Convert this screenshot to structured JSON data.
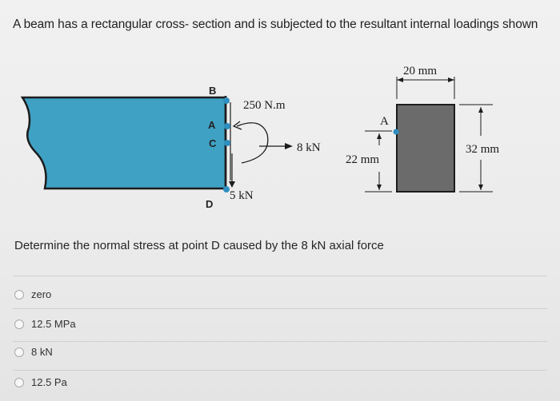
{
  "question": {
    "text": "A beam has a rectangular cross- section and is subjected to the resultant internal loadings shown",
    "prompt": "Determine the normal stress at point D caused by the 8 kN axial force"
  },
  "figure": {
    "point_b": "B",
    "point_a": "A",
    "point_c": "C",
    "point_d": "D",
    "moment_label": "250 N.m",
    "axial_force_label": "8 kN",
    "shear_label": "5 kN",
    "section_point_a": "A",
    "dim_22": "22 mm",
    "dim_20": "20 mm",
    "dim_32": "32 mm",
    "colors": {
      "section_fill": "#6b6b6b",
      "beam_fill": "#3fa1c4"
    }
  },
  "options": [
    {
      "label": "zero"
    },
    {
      "label": "12.5 MPa"
    },
    {
      "label": "8 kN"
    },
    {
      "label": "12.5 Pa"
    }
  ]
}
